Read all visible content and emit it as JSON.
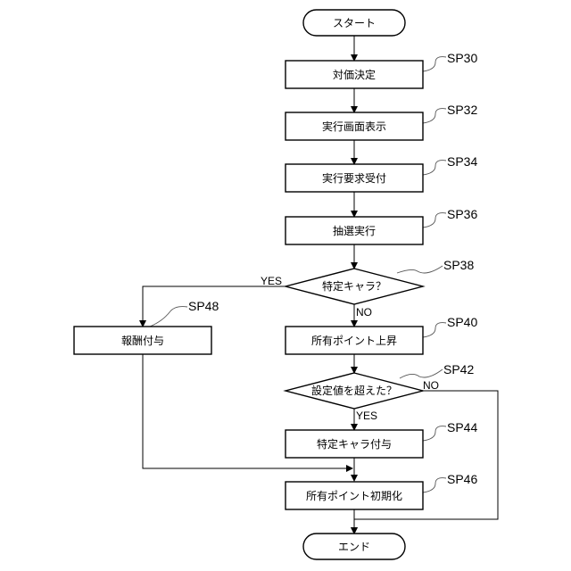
{
  "nodes": {
    "start": "スタート",
    "price": "対価決定",
    "exec_screen": "実行画面表示",
    "exec_request": "実行要求受付",
    "lottery": "抽選実行",
    "specific_char": "特定キャラ？",
    "reward": "報酬付与",
    "points_up": "所有ポイント上昇",
    "exceed": "設定値を超えた？",
    "grant_char": "特定キャラ付与",
    "points_init": "所有ポイント初期化",
    "end": "エンド"
  },
  "steps": {
    "sp30": "SP30",
    "sp32": "SP32",
    "sp34": "SP34",
    "sp36": "SP36",
    "sp38": "SP38",
    "sp40": "SP40",
    "sp42": "SP42",
    "sp44": "SP44",
    "sp46": "SP46",
    "sp48": "SP48"
  },
  "edges": {
    "yes_1": "YES",
    "no_1": "NO",
    "yes_2": "YES",
    "no_2": "NO"
  }
}
